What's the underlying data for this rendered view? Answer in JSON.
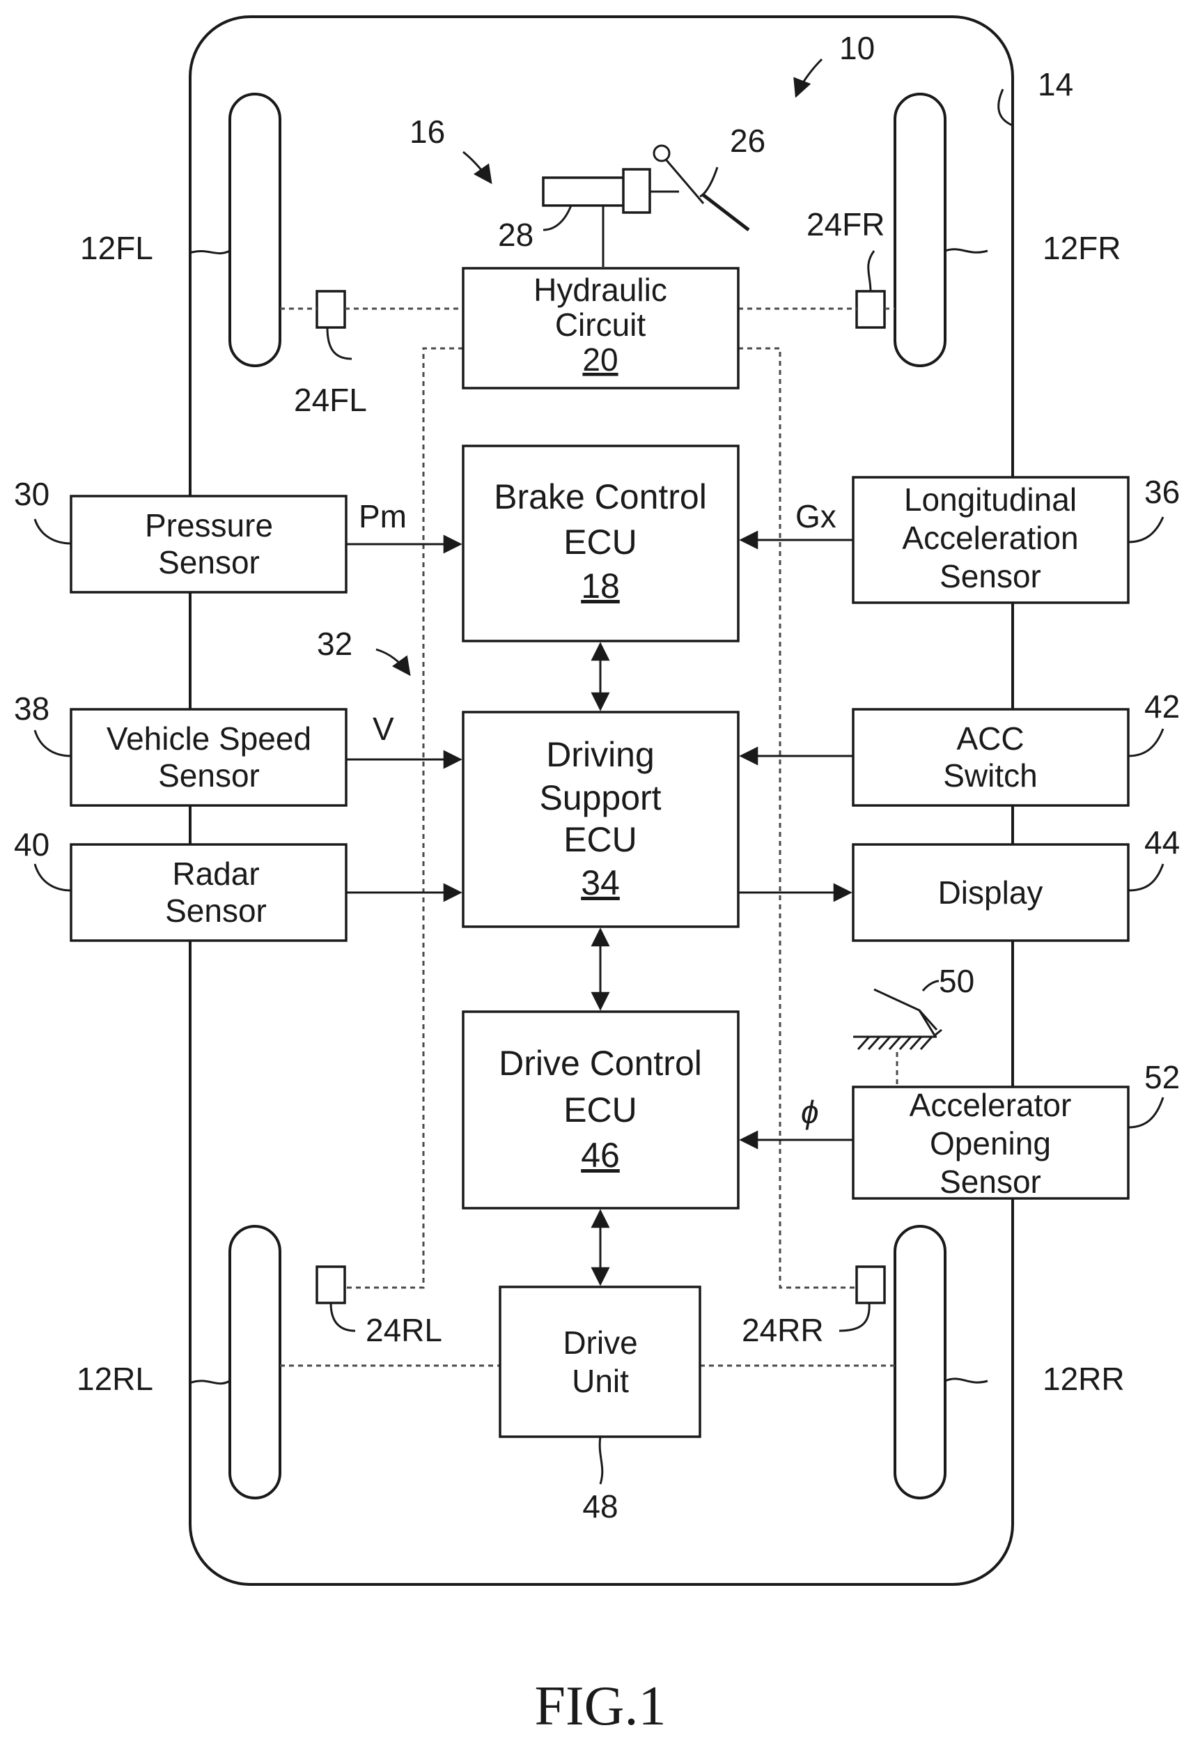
{
  "figure": {
    "caption": "FIG.1"
  },
  "refs": {
    "vehicle": "10",
    "body": "14",
    "brake_device": "16",
    "pedal": "26",
    "master_cylinder": "28",
    "system": "32",
    "accel_pedal": "50",
    "drive_unit": "48"
  },
  "wheels": {
    "fl": "12FL",
    "fr": "12FR",
    "rl": "12RL",
    "rr": "12RR"
  },
  "wheel_cylinders": {
    "fl": "24FL",
    "fr": "24FR",
    "rl": "24RL",
    "rr": "24RR"
  },
  "blocks": {
    "hydraulic": {
      "line1": "Hydraulic",
      "line2": "Circuit",
      "number": "20"
    },
    "brake_ecu": {
      "line1": "Brake Control",
      "line2": "ECU",
      "number": "18"
    },
    "driving_support_ecu": {
      "line1": "Driving",
      "line2": "Support",
      "line3": "ECU",
      "number": "34"
    },
    "drive_ecu": {
      "line1": "Drive Control",
      "line2": "ECU",
      "number": "46"
    },
    "drive_unit": {
      "line1": "Drive",
      "line2": "Unit"
    },
    "pressure_sensor": {
      "line1": "Pressure",
      "line2": "Sensor",
      "ref": "30"
    },
    "vehicle_speed_sensor": {
      "line1": "Vehicle Speed",
      "line2": "Sensor",
      "ref": "38"
    },
    "radar_sensor": {
      "line1": "Radar",
      "line2": "Sensor",
      "ref": "40"
    },
    "longitudinal_accel_sensor": {
      "line1": "Longitudinal",
      "line2": "Acceleration",
      "line3": "Sensor",
      "ref": "36"
    },
    "acc_switch": {
      "line1": "ACC",
      "line2": "Switch",
      "ref": "42"
    },
    "display": {
      "line1": "Display",
      "ref": "44"
    },
    "accelerator_opening_sensor": {
      "line1": "Accelerator",
      "line2": "Opening",
      "line3": "Sensor",
      "ref": "52"
    }
  },
  "signals": {
    "pm": "Pm",
    "gx": "Gx",
    "v": "V",
    "phi": "ϕ"
  }
}
